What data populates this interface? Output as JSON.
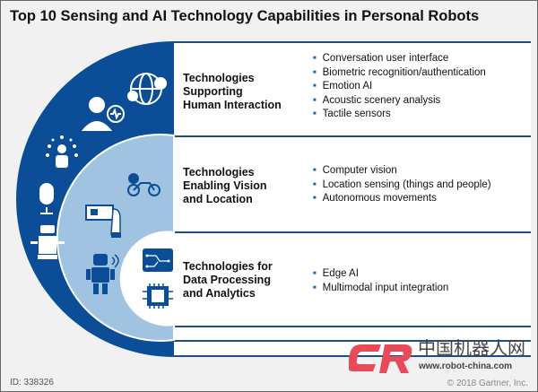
{
  "title": "Top 10 Sensing and AI Technology Capabilities in Personal Robots",
  "rows": [
    {
      "title": "Technologies\nSupporting\nHuman Interaction",
      "items": [
        "Conversation user interface",
        "Biometric recognition/authentication",
        "Emotion AI",
        "Acoustic scenery analysis",
        "Tactile sensors"
      ]
    },
    {
      "title": "Technologies\nEnabling Vision\nand Location",
      "items": [
        "Computer vision",
        "Location sensing (things and people)",
        "Autonomous movements"
      ]
    },
    {
      "title": "Technologies for\nData Processing\nand Analytics",
      "items": [
        "Edge AI",
        "Multimodal input integration"
      ]
    }
  ],
  "footer": {
    "id": "ID: 338326",
    "copyright": "© 2018 Gartner, Inc.",
    "watermark_cn": "中国机器人网",
    "watermark_url": "www.robot-china.com",
    "watermark_logo": "CR"
  },
  "colors": {
    "dark_blue": "#0b4d96",
    "light_blue": "#9fc3e0",
    "accent": "#1b5fa8"
  },
  "icons": [
    "globe-people-icon",
    "person-voice-icon",
    "emotion-person-icon",
    "microphone-icon",
    "service-robot-icon",
    "location-bike-icon",
    "hand-card-icon",
    "humanoid-robot-icon",
    "circuit-board-icon",
    "chip-icon"
  ]
}
